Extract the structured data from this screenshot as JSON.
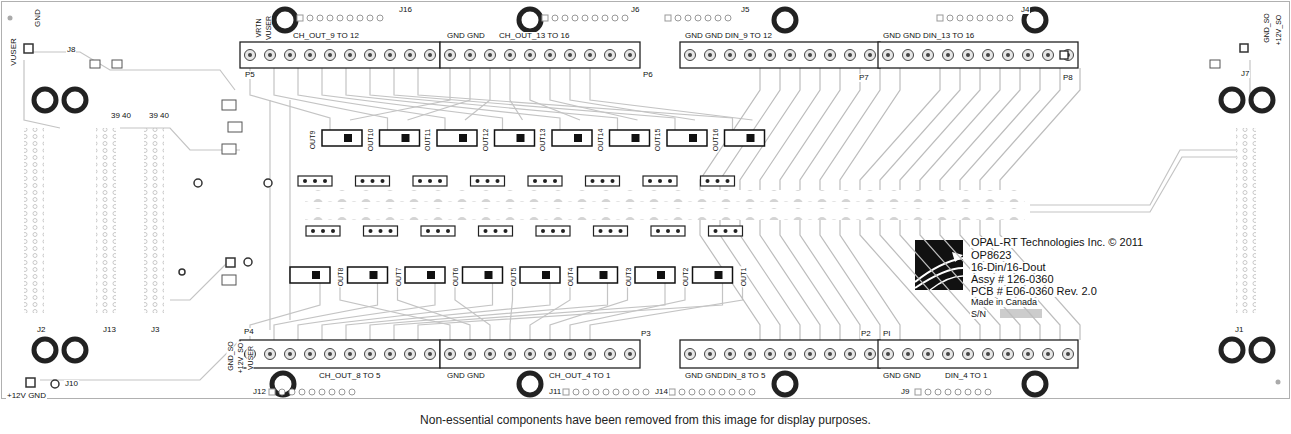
{
  "diagram": {
    "caption": "Non-essential components have been removed from this image for display purposes.",
    "labels": [
      "VUSER",
      "GND",
      "J8",
      "39 40",
      "39 40",
      "VRTN",
      "VUSER",
      "CH_OUT_9 TO 12",
      "J16",
      "P5",
      "GND GND",
      "CH_OUT_13 TO 16",
      "J6",
      "P6",
      "J5",
      "GND GND",
      "DIN_9 TO 12",
      "P7",
      "GND GND",
      "DIN_13 TO 16",
      "J4",
      "P8",
      "GND_SO",
      "+12V_SO",
      "J7",
      "OUT9",
      "OUT10",
      "OUT11",
      "OUT12",
      "OUT13",
      "OUT14",
      "OUT15",
      "OUT16",
      "OUT8",
      "OUT7",
      "OUT6",
      "OUT5",
      "OUT4",
      "OUT3",
      "OUT2",
      "OUT1",
      "P4",
      "GND_SO",
      "+12V_SO",
      "VUSER",
      "CH_OUT_8 TO 5",
      "J12",
      "GND GND",
      "CH_OUT_4 TO 1",
      "P3",
      "J11",
      "J14",
      "GND GND",
      "DIN_8 TO 5",
      "P2",
      "PI",
      "GND GND",
      "DIN_4 TO 1",
      "J9",
      "J2",
      "J13",
      "J3",
      "J10",
      "+12V GND",
      "J1",
      "OPAL-RT Technologies Inc. © 2011",
      "OP8623",
      "16-Din/16-Dout",
      "Assy # 126-0360",
      "PCB # E06-0360 Rev. 2.0",
      "Made in Canada",
      "S/N"
    ]
  }
}
